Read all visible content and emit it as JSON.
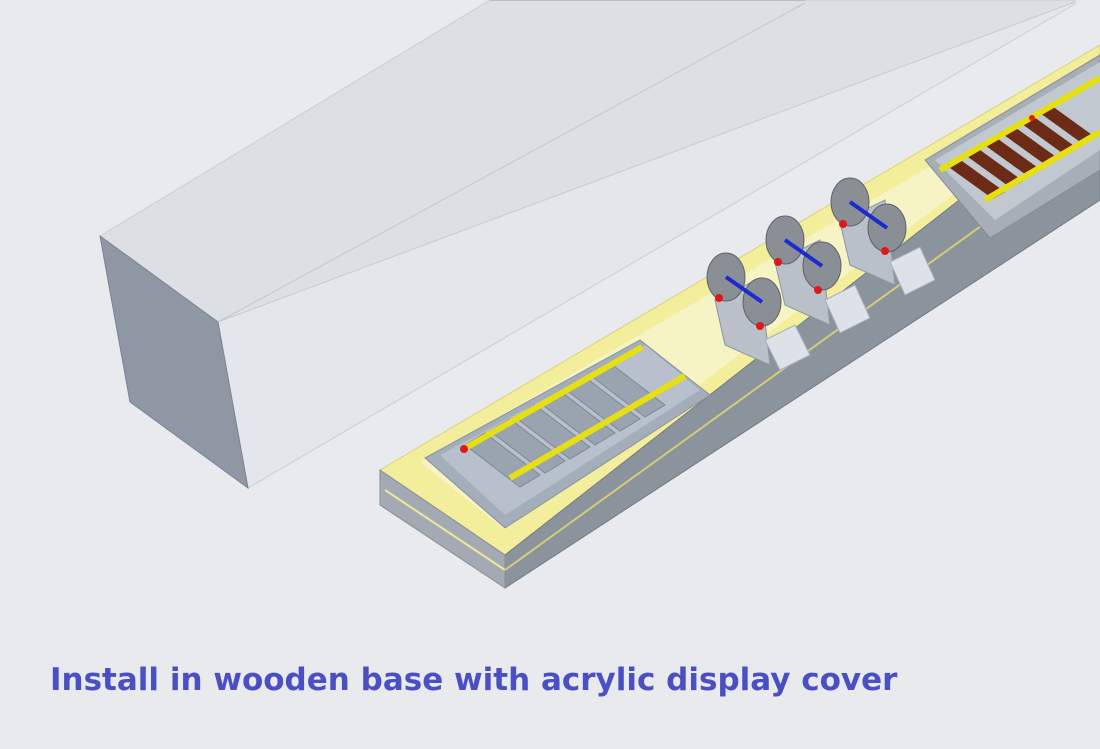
{
  "caption": "Install in wooden base with acrylic display cover",
  "colors": {
    "background": "#e8eaee",
    "cover_top": "#dde1e6",
    "cover_front": "#8e96a3",
    "base_trim": "#f3ee9c",
    "base_side": "#8a929c",
    "rail": "#e6e012",
    "sleeper_wood": "#6b2b16",
    "wheel": "#8a8f96",
    "axle": "#1b2bd0",
    "bearing_red": "#e01818",
    "caption": "#4a4fc4"
  },
  "scene": {
    "cover": "acrylic-display-cover",
    "base": "wooden-base",
    "wheelsets": 3,
    "track_sections": 2
  }
}
